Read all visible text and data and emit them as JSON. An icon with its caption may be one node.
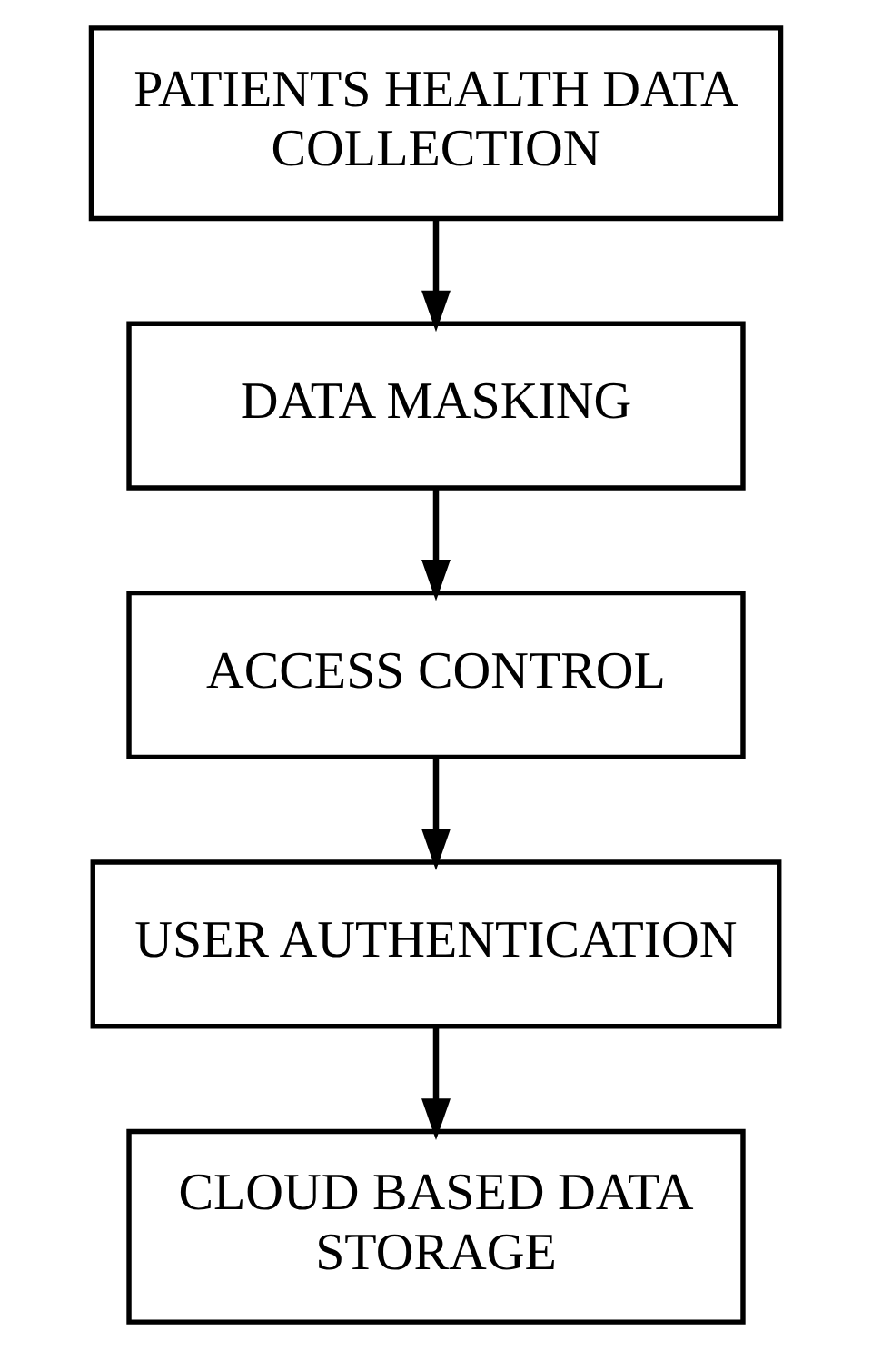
{
  "diagram": {
    "nodes": [
      {
        "text": [
          "PATIENTS HEALTH DATA COLLECTION"
        ]
      },
      {
        "text": [
          "DATA MASKING"
        ]
      },
      {
        "text": [
          "ACCESS CONTROL"
        ]
      },
      {
        "text": [
          "USER AUTHENTICATION"
        ]
      },
      {
        "text": [
          "CLOUD BASED DATA STORAGE"
        ]
      }
    ],
    "edges": [
      {
        "from": 0,
        "to": 1,
        "arrow": "to"
      },
      {
        "from": 1,
        "to": 2,
        "arrow": "to"
      },
      {
        "from": 2,
        "to": 3,
        "arrow": "to"
      },
      {
        "from": 3,
        "to": 4,
        "arrow": "to"
      }
    ]
  }
}
